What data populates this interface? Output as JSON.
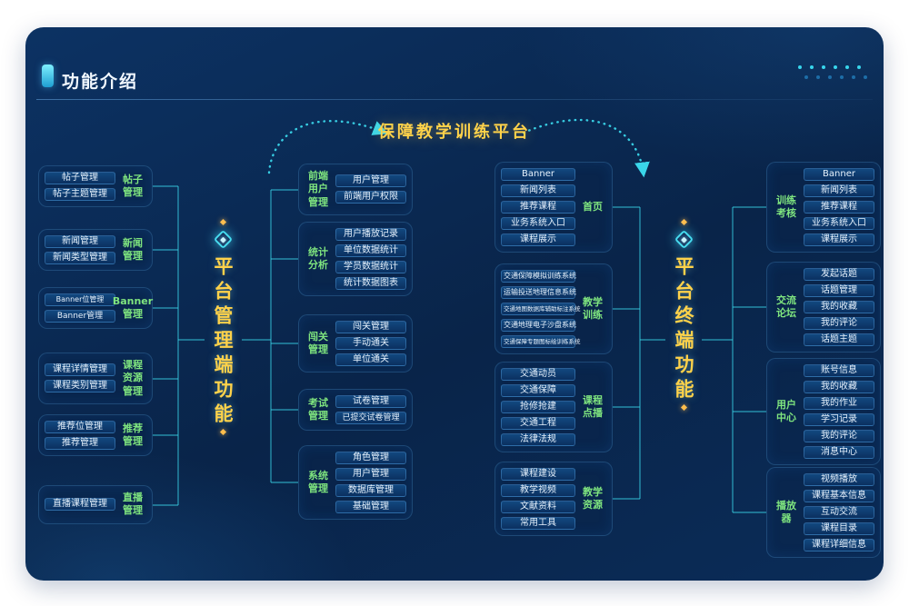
{
  "header": {
    "title": "功能介绍"
  },
  "center_title": "保障教学训练平台",
  "roots": {
    "left": "平台管理端功能",
    "right": "平台终端功能"
  },
  "colors": {
    "accent_yellow": "#ffd24a",
    "label_green": "#7fe57f",
    "line_cyan": "#3ad6ea",
    "panel_bg": "#0a2a55",
    "node_bg": "#0d3b6e"
  },
  "columns": {
    "left_outer": {
      "groups": [
        {
          "label": "帖子\n管理",
          "items": [
            "帖子管理",
            "帖子主题管理"
          ]
        },
        {
          "label": "新闻\n管理",
          "items": [
            "新闻管理",
            "新闻类型管理"
          ]
        },
        {
          "label": "Banner\n管理",
          "items": [
            "Banner位管理",
            "Banner管理"
          ]
        },
        {
          "label": "课程\n资源\n管理",
          "items": [
            "课程详情管理",
            "课程类别管理"
          ]
        },
        {
          "label": "推荐\n管理",
          "items": [
            "推荐位管理",
            "推荐管理"
          ]
        },
        {
          "label": "直播\n管理",
          "items": [
            "直播课程管理"
          ]
        }
      ]
    },
    "left_inner": {
      "groups": [
        {
          "label": "前端\n用户\n管理",
          "items": [
            "用户管理",
            "前端用户权限"
          ]
        },
        {
          "label": "统计\n分析",
          "items": [
            "用户播放记录",
            "单位数据统计",
            "学员数据统计",
            "统计数据图表"
          ]
        },
        {
          "label": "闯关\n管理",
          "items": [
            "闯关管理",
            "手动通关",
            "单位通关"
          ]
        },
        {
          "label": "考试\n管理",
          "items": [
            "试卷管理",
            "已提交试卷管理"
          ]
        },
        {
          "label": "系统\n管理",
          "items": [
            "角色管理",
            "用户管理",
            "数据库管理",
            "基础管理"
          ]
        }
      ]
    },
    "right_inner": {
      "groups": [
        {
          "label": "首页",
          "items": [
            "Banner",
            "新闻列表",
            "推荐课程",
            "业务系统入口",
            "课程展示"
          ]
        },
        {
          "label": "教学\n训练",
          "items": [
            "交通保障模拟训练系统",
            "运输投送地理信息系统",
            "交通地图数据库辅助标注系统",
            "交通地理电子沙盘系统",
            "交通保障专题图标绘训练系统"
          ]
        },
        {
          "label": "课程\n点播",
          "items": [
            "交通动员",
            "交通保障",
            "抢修抢建",
            "交通工程",
            "法律法规"
          ]
        },
        {
          "label": "教学\n资源",
          "items": [
            "课程建设",
            "教学视频",
            "文献资料",
            "常用工具"
          ]
        }
      ]
    },
    "right_outer": {
      "groups": [
        {
          "label": "训练\n考核",
          "items": [
            "Banner",
            "新闻列表",
            "推荐课程",
            "业务系统入口",
            "课程展示"
          ]
        },
        {
          "label": "交流\n论坛",
          "items": [
            "发起话题",
            "话题管理",
            "我的收藏",
            "我的评论",
            "话题主题"
          ]
        },
        {
          "label": "用户\n中心",
          "items": [
            "账号信息",
            "我的收藏",
            "我的作业",
            "学习记录",
            "我的评论",
            "消息中心"
          ]
        },
        {
          "label": "播放\n器",
          "items": [
            "视频播放",
            "课程基本信息",
            "互动交流",
            "课程目录",
            "课程详细信息"
          ]
        }
      ]
    }
  }
}
